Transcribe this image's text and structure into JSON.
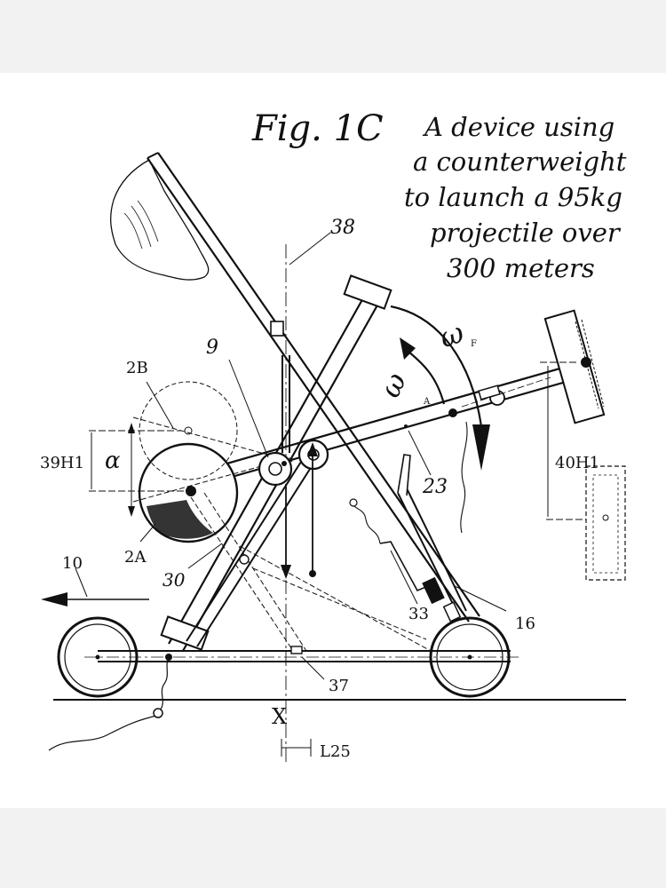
{
  "figure": {
    "title": "Fig. 1C",
    "caption_lines": [
      "A device using",
      "a counterweight",
      "to launch a 95kg",
      "projectile over",
      "300 meters"
    ]
  },
  "labels": {
    "l38": "38",
    "l9": "9",
    "l2B": "2B",
    "l39H1": "39H1",
    "alpha": "α",
    "l2A": "2A",
    "l10": "10",
    "l30": "30",
    "l23": "23",
    "l40H1": "40H1",
    "l33": "33",
    "l16": "16",
    "l37": "37",
    "X": "X",
    "L25": "L25",
    "omega_f": "ω",
    "omega_f_sub": "F",
    "omega_a": "ω",
    "omega_a_sub": "A"
  },
  "colors": {
    "ink": "#111111",
    "paper": "#ffffff",
    "border": "#f2f2f2"
  }
}
